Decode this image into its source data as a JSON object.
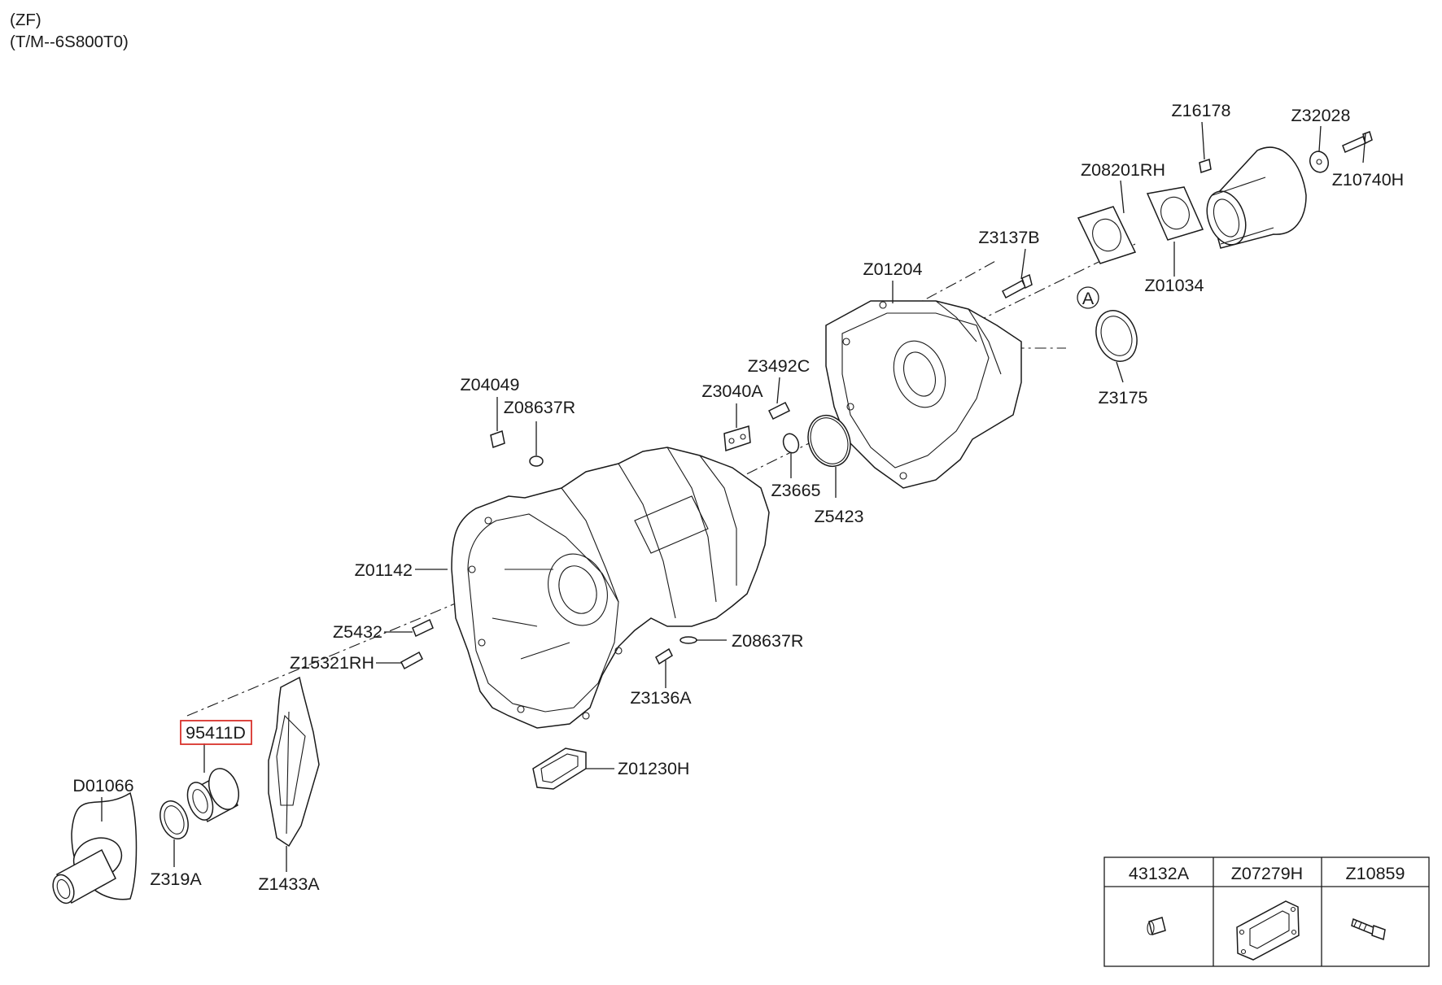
{
  "header": {
    "line1": "(ZF)",
    "line2": "(T/M--6S800T0)"
  },
  "highlight_color": "#d9312b",
  "callouts": {
    "z16178": "Z16178",
    "z32028": "Z32028",
    "z08201rh": "Z08201RH",
    "z10740h": "Z10740H",
    "z3137b": "Z3137B",
    "z01034": "Z01034",
    "z01204": "Z01204",
    "a": "A",
    "z3492c": "Z3492C",
    "z3175": "Z3175",
    "z04049": "Z04049",
    "z08637r_top": "Z08637R",
    "z3040a": "Z3040A",
    "z3665": "Z3665",
    "z5423": "Z5423",
    "z01142": "Z01142",
    "z5432": "Z5432",
    "z08637r_bottom": "Z08637R",
    "z15321rh": "Z15321RH",
    "z3136a": "Z3136A",
    "p95411d": "95411D",
    "z01230h": "Z01230H",
    "d01066": "D01066",
    "z319a": "Z319A",
    "z1433a": "Z1433A"
  },
  "legend": {
    "col1": "43132A",
    "col2": "Z07279H",
    "col3": "Z10859"
  }
}
